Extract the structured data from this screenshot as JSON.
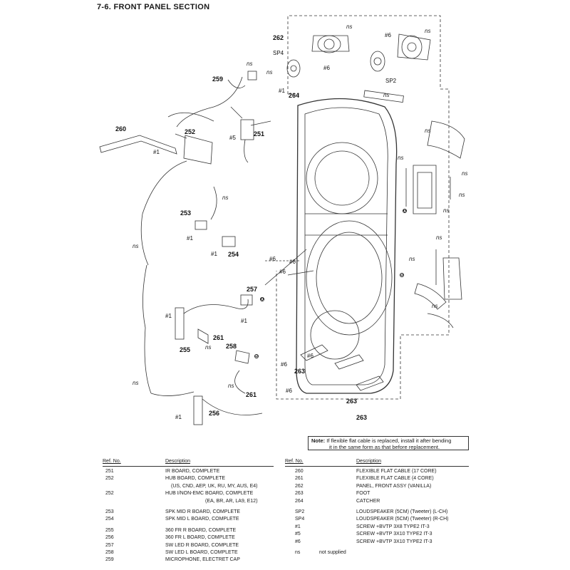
{
  "title": "7-6.   FRONT PANEL SECTION",
  "note": {
    "label": "Note:",
    "line1": "If flexible flat cable is replaced, install it after bending",
    "line2": "it in the same form as that before replacement."
  },
  "headers": {
    "ref_left": "Ref. No.",
    "desc_left": "Description",
    "ref_right": "Ref. No.",
    "desc_right": "Description"
  },
  "parts_left": [
    {
      "ref": "251",
      "desc": "IR BOARD, COMPLETE"
    },
    {
      "ref": "252",
      "desc": "HUB BOARD, COMPLETE"
    },
    {
      "ref": "",
      "desc": "(US, CND, AEP, UK, RU, MY, AUS, E4)"
    },
    {
      "ref": "252",
      "desc": "HUB I/NON-EMC BOARD, COMPLETE"
    },
    {
      "ref": "",
      "desc": "(EA, BR, AR, LA9, E12)"
    },
    {
      "ref": "253",
      "desc": "SPK MID R BOARD, COMPLETE"
    },
    {
      "ref": "254",
      "desc": "SPK MID L BOARD, COMPLETE"
    },
    {
      "ref": "255",
      "desc": "360 FR R BOARD, COMPLETE"
    },
    {
      "ref": "256",
      "desc": "360 FR L BOARD, COMPLETE"
    },
    {
      "ref": "257",
      "desc": "SW LED R BOARD, COMPLETE"
    },
    {
      "ref": "258",
      "desc": "SW LED L BOARD, COMPLETE"
    },
    {
      "ref": "259",
      "desc": "MICROPHONE, ELECTRET CAP"
    }
  ],
  "parts_right": [
    {
      "ref": "260",
      "desc": "FLEXIBLE FLAT CABLE (17 CORE)"
    },
    {
      "ref": "261",
      "desc": "FLEXIBLE FLAT CABLE (4 CORE)"
    },
    {
      "ref": "262",
      "desc": "PANEL, FRONT ASSY (VANILLA)"
    },
    {
      "ref": "263",
      "desc": "FOOT"
    },
    {
      "ref": "264",
      "desc": "CATCHER"
    },
    {
      "ref": "SP2",
      "desc": "LOUDSPEAKER (5CM) (Tweeter) (L-CH)"
    },
    {
      "ref": "SP4",
      "desc": "LOUDSPEAKER (5CM) (Tweeter) (R-CH)"
    },
    {
      "ref": "#1",
      "desc": "SCREW +BVTP 3X8 TYPE2 IT-3"
    },
    {
      "ref": "#5",
      "desc": "SCREW +BVTP 3X10 TYPE2 IT-3"
    },
    {
      "ref": "#6",
      "desc": "SCREW +BVTP 3X10 TYPE2 IT-3"
    },
    {
      "ref": "ns",
      "desc": "not supplied"
    }
  ],
  "diagram": {
    "callouts": {
      "c251": "251",
      "c252": "252",
      "c253": "253",
      "c254": "254",
      "c255": "255",
      "c256": "256",
      "c257": "257",
      "c258": "258",
      "c259": "259",
      "c260": "260",
      "c261a": "261",
      "c261b": "261",
      "c262": "262",
      "c263a": "263",
      "c263b": "263",
      "c263c": "263",
      "c264": "264",
      "sp2": "SP2",
      "sp4": "SP4"
    },
    "screw_labels": [
      "#1",
      "#1",
      "#1",
      "#1",
      "#1",
      "#1",
      "#1",
      "#5",
      "#6",
      "#6",
      "#6",
      "#6",
      "#6",
      "#6",
      "#6",
      "#6"
    ],
    "ns_label": "ns",
    "ref_letters": [
      "A",
      "A",
      "B",
      "B"
    ]
  }
}
